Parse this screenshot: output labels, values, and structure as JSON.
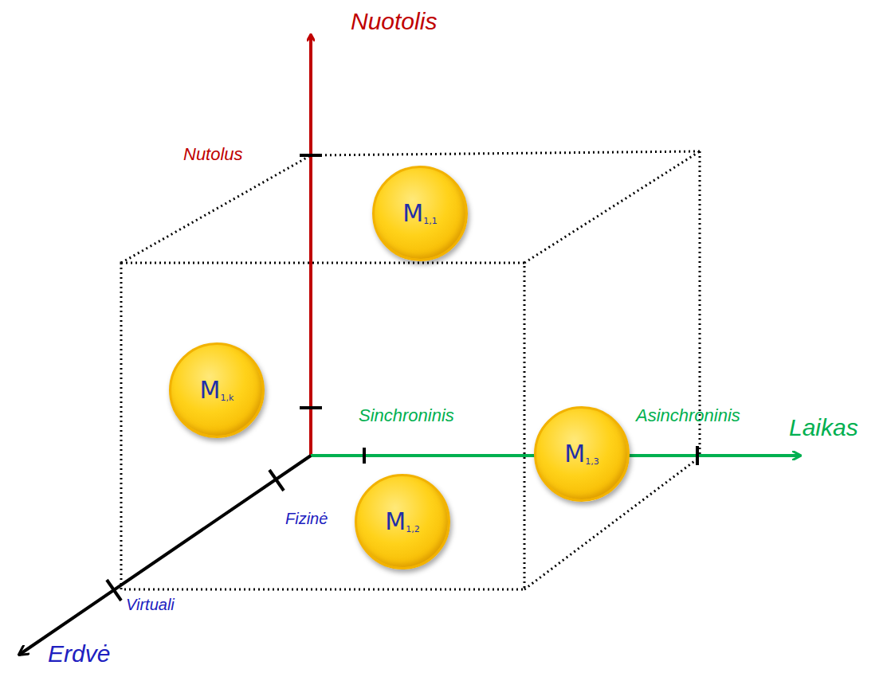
{
  "diagram": {
    "nodes": [
      {
        "text": [
          "M",
          "1,1"
        ]
      },
      {
        "text": [
          "M",
          "1,k"
        ]
      },
      {
        "text": [
          "M",
          "1,2"
        ]
      },
      {
        "text": [
          "M",
          "1,3"
        ]
      }
    ],
    "labels": [
      "Nuotolis",
      "Nutolus",
      "Sinchroninis",
      "Asinchroninis",
      "Laikas",
      "Fizinė",
      "Virtuali",
      "Erdvė"
    ]
  }
}
